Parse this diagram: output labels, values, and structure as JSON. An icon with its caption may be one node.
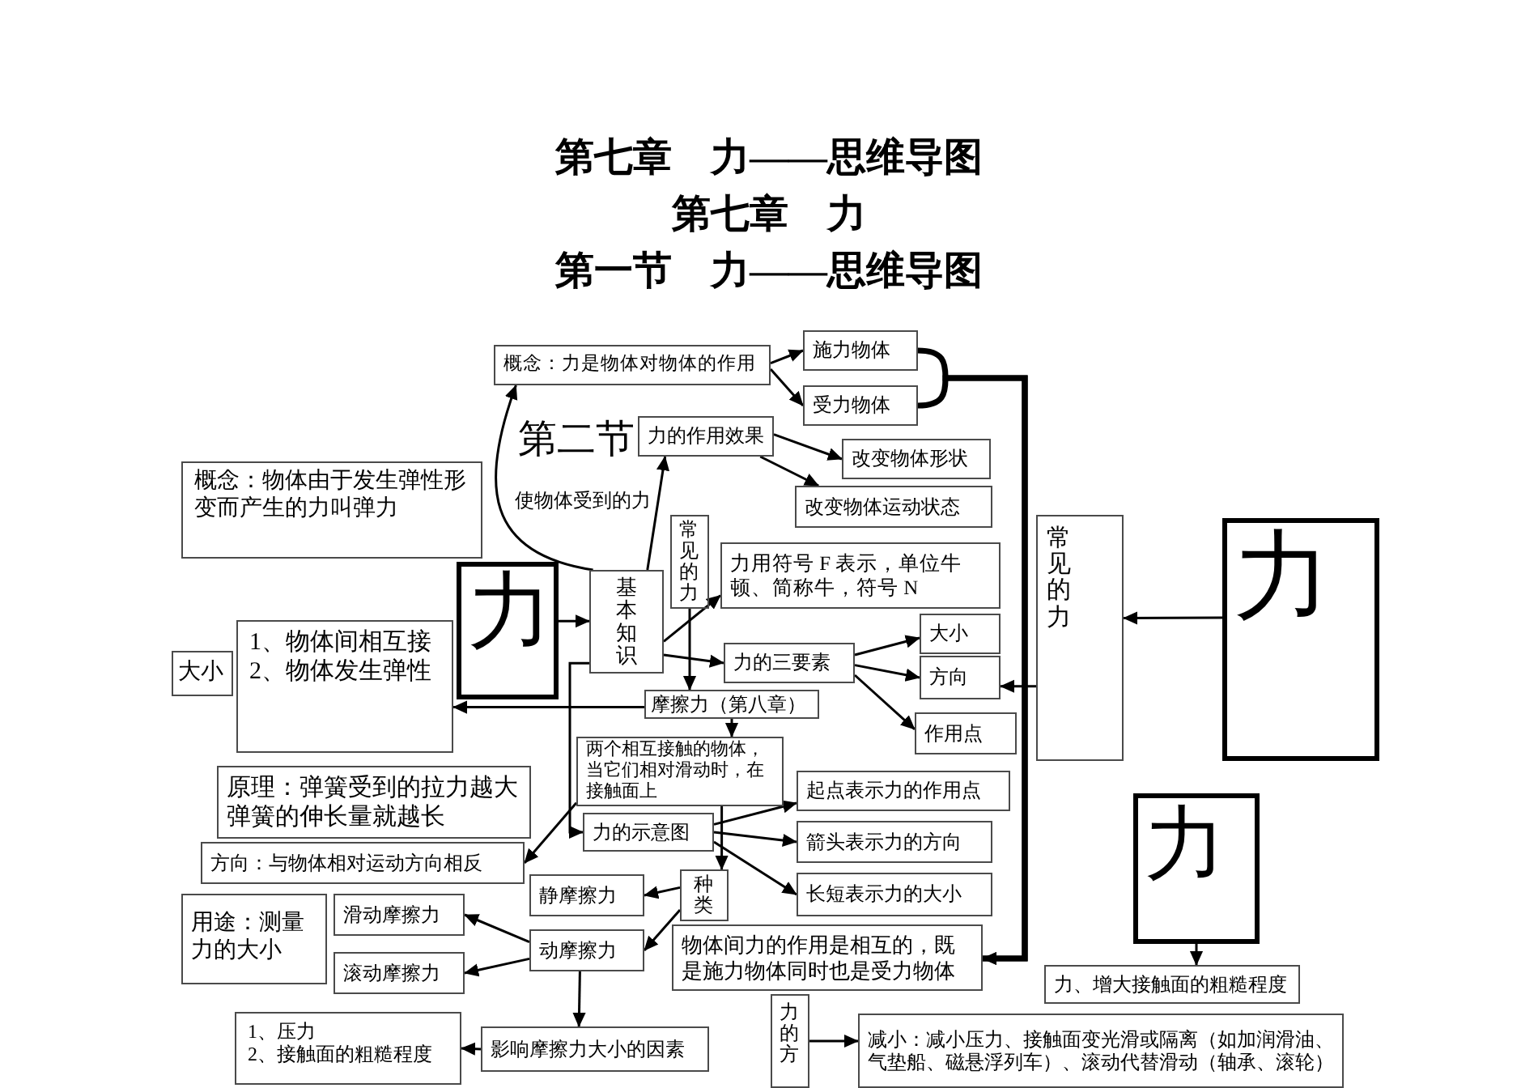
{
  "diagram": {
    "title": "第七章　力——思维导图",
    "nodes": [
      {
        "text": [
          "力"
        ]
      },
      {
        "text": [
          "基本知识"
        ]
      },
      {
        "text": [
          "概念：力是物体对物体的作用"
        ]
      },
      {
        "text": [
          "施力物体"
        ]
      },
      {
        "text": [
          "受力物体"
        ]
      },
      {
        "text": [
          "力的作用效果"
        ]
      },
      {
        "text": [
          "改变物体形状"
        ]
      },
      {
        "text": [
          "改变物体运动状态"
        ]
      },
      {
        "text": [
          "力用符号 F 表示，单位牛顿、简称牛，符号 N"
        ]
      },
      {
        "text": [
          "力的三要素"
        ]
      },
      {
        "text": [
          "大小"
        ]
      },
      {
        "text": [
          "方向"
        ]
      },
      {
        "text": [
          "作用点"
        ]
      },
      {
        "text": [
          "力的示意图"
        ]
      },
      {
        "text": [
          "起点表示力的作用点"
        ]
      },
      {
        "text": [
          "箭头表示力的方向"
        ]
      },
      {
        "text": [
          "长短表示力的大小"
        ]
      },
      {
        "text": [
          "物体间力的作用是相互的，既是施力物体同时也是受力物体"
        ]
      },
      {
        "text": [
          "力"
        ]
      },
      {
        "text": [
          "常见的力"
        ]
      },
      {
        "text": [
          "力"
        ]
      },
      {
        "text": [
          "概念：物体由于发生弹性形变而产生的力叫弹力"
        ]
      },
      {
        "text": [
          "大小"
        ]
      },
      {
        "text": [
          "1、物体间相互接",
          "2、物体发生弹性"
        ]
      },
      {
        "text": [
          "原理：弹簧受到的拉力越大弹簧的伸长量就越长"
        ]
      },
      {
        "text": [
          "用途：测量力的大小"
        ]
      },
      {
        "text": [
          "方向：与物体相对运动方向相反"
        ]
      },
      {
        "text": [
          "滑动摩擦力"
        ]
      },
      {
        "text": [
          "滚动摩擦力"
        ]
      },
      {
        "text": [
          "静摩擦力"
        ]
      },
      {
        "text": [
          "动摩擦力"
        ]
      },
      {
        "text": [
          "种类"
        ]
      },
      {
        "text": [
          "摩擦力（第八章）"
        ]
      },
      {
        "text": [
          "两个相互接触的物体，当它们相对滑动时，在接触面上"
        ]
      },
      {
        "text": [
          "常见的力"
        ]
      },
      {
        "text": [
          "1、压力",
          "2、接触面的粗糙程度"
        ]
      },
      {
        "text": [
          "影响摩擦力大小的因素"
        ]
      },
      {
        "text": [
          "力、增大接触面的粗糙程度"
        ]
      },
      {
        "text": [
          "力的方"
        ]
      },
      {
        "text": [
          "减小：减小压力、接触面变光滑或隔离（如加润滑油、气垫船、磁悬浮列车）、滚动代替滑动（轴承、滚轮）"
        ]
      }
    ],
    "edges": [
      {
        "from": 0,
        "to": 1,
        "arrow": "to"
      },
      {
        "from": 1,
        "to": 2,
        "arrow": "to"
      },
      {
        "from": 2,
        "to": 3,
        "arrow": "to"
      },
      {
        "from": 2,
        "to": 4,
        "arrow": "to"
      },
      {
        "from": 3,
        "to": 17,
        "arrow": "to",
        "style": "thick"
      },
      {
        "from": 4,
        "to": 17,
        "arrow": "to",
        "style": "thick"
      },
      {
        "from": 1,
        "to": 5,
        "arrow": "to"
      },
      {
        "from": 5,
        "to": 6,
        "arrow": "to"
      },
      {
        "from": 5,
        "to": 7,
        "arrow": "to"
      },
      {
        "from": 1,
        "to": 8,
        "arrow": "to"
      },
      {
        "from": 1,
        "to": 9,
        "arrow": "to"
      },
      {
        "from": 9,
        "to": 10,
        "arrow": "to"
      },
      {
        "from": 9,
        "to": 11,
        "arrow": "to"
      },
      {
        "from": 9,
        "to": 12,
        "arrow": "to"
      },
      {
        "from": 1,
        "to": 13,
        "arrow": "to"
      },
      {
        "from": 13,
        "to": 14,
        "arrow": "to"
      },
      {
        "from": 13,
        "to": 15,
        "arrow": "to"
      },
      {
        "from": 13,
        "to": 16,
        "arrow": "to"
      },
      {
        "from": 18,
        "to": 19,
        "arrow": "to"
      },
      {
        "from": 19,
        "to": 11,
        "arrow": "to"
      },
      {
        "from": 20,
        "to": 37,
        "arrow": "to"
      },
      {
        "from": 38,
        "to": 39,
        "arrow": "to"
      },
      {
        "from": 32,
        "to": 23,
        "arrow": "to"
      },
      {
        "from": 32,
        "to": 33,
        "arrow": "to"
      },
      {
        "from": 33,
        "to": 31,
        "arrow": "to"
      },
      {
        "from": 33,
        "to": 26,
        "arrow": "to"
      },
      {
        "from": 31,
        "to": 29,
        "arrow": "to"
      },
      {
        "from": 31,
        "to": 30,
        "arrow": "to"
      },
      {
        "from": 30,
        "to": 27,
        "arrow": "to"
      },
      {
        "from": 30,
        "to": 28,
        "arrow": "to"
      },
      {
        "from": 30,
        "to": 36,
        "arrow": "to"
      },
      {
        "from": 36,
        "to": 35,
        "arrow": "to"
      },
      {
        "from": 34,
        "to": 32,
        "arrow": "to"
      }
    ],
    "labels": [
      "第七章　力",
      "第一节　力——思维导图",
      "第二节",
      "使物体受到的力"
    ]
  }
}
